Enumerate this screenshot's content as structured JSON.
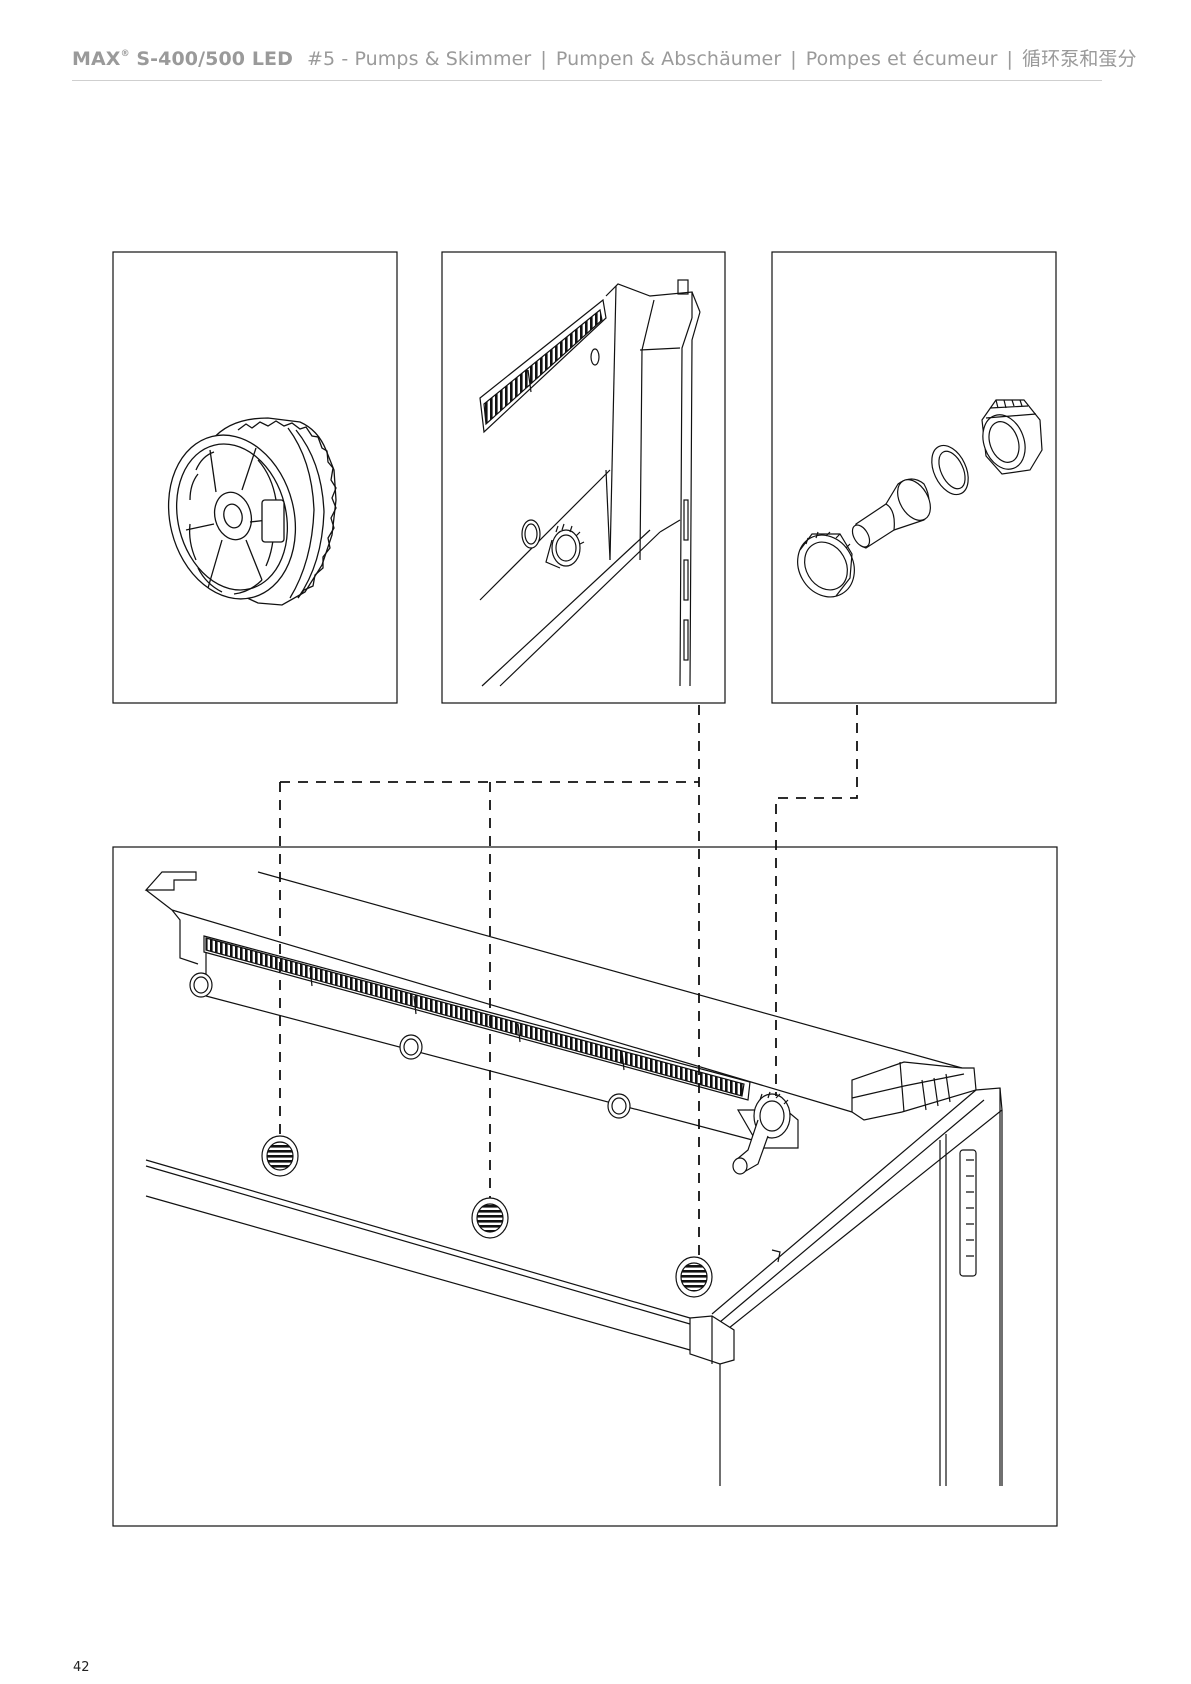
{
  "header": {
    "brand": "MAX",
    "brand_mark": "®",
    "model": "S-400/500 LED",
    "section": "#5 - Pumps & Skimmer",
    "section_de": "Pumpen & Abschäumer",
    "section_fr": "Pompes et écumeur",
    "section_zh": "循环泵和蛋分",
    "separator": "|"
  },
  "page": {
    "number": "42"
  }
}
